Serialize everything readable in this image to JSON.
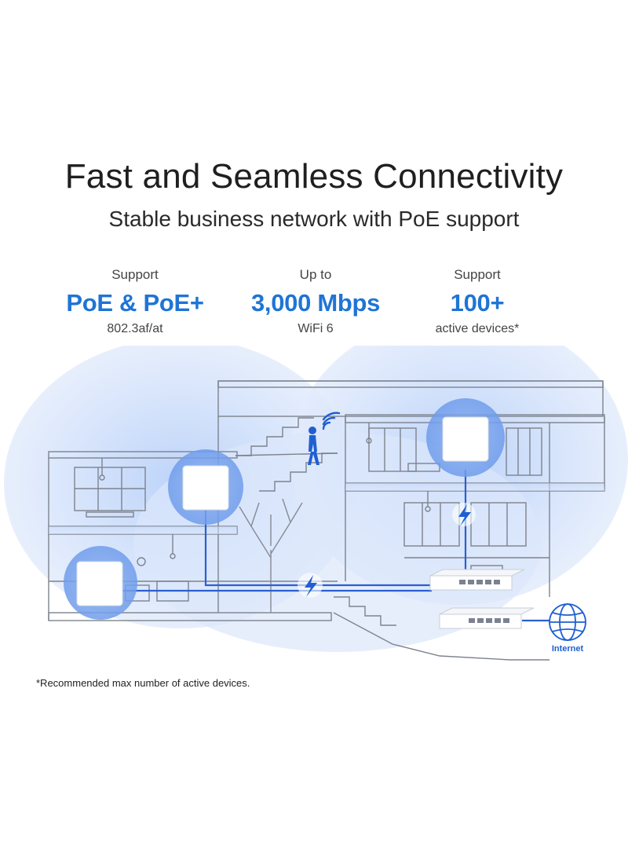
{
  "header": {
    "title": "Fast and Seamless Connectivity",
    "subtitle": "Stable business network with PoE support"
  },
  "features": [
    {
      "pre": "Support",
      "big": "PoE & PoE+",
      "post": "802.3af/at"
    },
    {
      "pre": "Up to",
      "big": "3,000 Mbps",
      "post": "WiFi 6"
    },
    {
      "pre": "Support",
      "big": "100+",
      "post": "active devices*"
    }
  ],
  "diagram": {
    "internet_label": "Internet",
    "icons": [
      "access-point-icon",
      "poe-switch-icon",
      "globe-icon",
      "lightning-icon",
      "wifi-signal-icon",
      "person-icon"
    ]
  },
  "footnote": "*Recommended max number of active devices.",
  "colors": {
    "accent": "#1f74d6",
    "coverage": "#cfe0fb",
    "cable": "#2a5fcf",
    "lines": "#8a8f99"
  }
}
